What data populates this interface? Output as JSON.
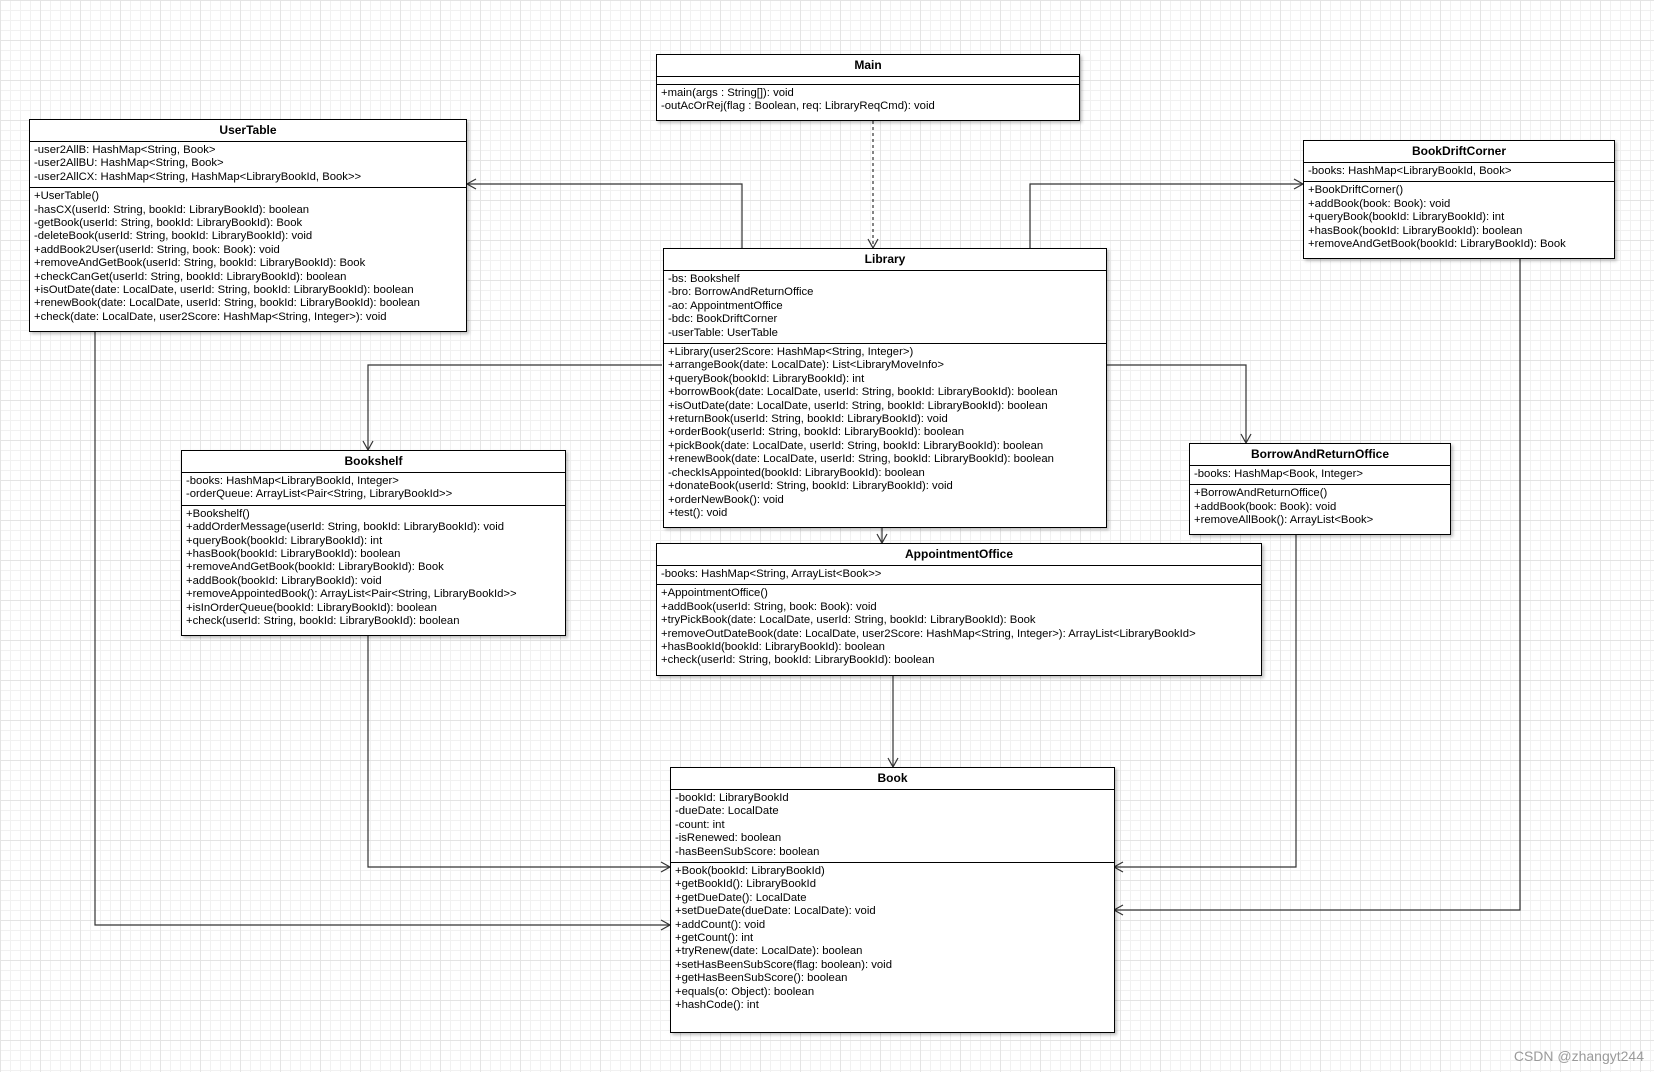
{
  "classes": {
    "main": {
      "name": "Main",
      "attributes": [],
      "methods": [
        "+main(args : String[]): void",
        "-outAcOrRej(flag : Boolean, req: LibraryReqCmd): void"
      ]
    },
    "usertable": {
      "name": "UserTable",
      "attributes": [
        "-user2AllB: HashMap<String, Book>",
        "-user2AllBU: HashMap<String, Book>",
        "-user2AllCX: HashMap<String, HashMap<LibraryBookId, Book>>"
      ],
      "methods": [
        "+UserTable()",
        "-hasCX(userId: String, bookId: LibraryBookId): boolean",
        "-getBook(userId: String, bookId: LibraryBookId): Book",
        "-deleteBook(userId: String, bookId: LibraryBookId): void",
        "+addBook2User(userId: String, book: Book): void",
        "+removeAndGetBook(userId: String, bookId: LibraryBookId): Book",
        "+checkCanGet(userId: String, bookId: LibraryBookId): boolean",
        "+isOutDate(date: LocalDate, userId: String, bookId: LibraryBookId): boolean",
        "+renewBook(date: LocalDate, userId: String, bookId: LibraryBookId): boolean",
        "+check(date: LocalDate, user2Score: HashMap<String, Integer>): void"
      ]
    },
    "bookdriftcorner": {
      "name": "BookDriftCorner",
      "attributes": [
        "-books: HashMap<LibraryBookId, Book>"
      ],
      "methods": [
        "+BookDriftCorner()",
        "+addBook(book: Book): void",
        "+queryBook(bookId: LibraryBookId): int",
        "+hasBook(bookId: LibraryBookId): boolean",
        "+removeAndGetBook(bookId: LibraryBookId): Book"
      ]
    },
    "library": {
      "name": "Library",
      "attributes": [
        "-bs: Bookshelf",
        "-bro: BorrowAndReturnOffice",
        "-ao: AppointmentOffice",
        "-bdc: BookDriftCorner",
        "-userTable: UserTable"
      ],
      "methods": [
        "+Library(user2Score: HashMap<String, Integer>)",
        "+arrangeBook(date: LocalDate): List<LibraryMoveInfo>",
        "+queryBook(bookId: LibraryBookId): int",
        "+borrowBook(date: LocalDate, userId: String, bookId: LibraryBookId): boolean",
        "+isOutDate(date: LocalDate, userId: String, bookId: LibraryBookId): boolean",
        "+returnBook(userId: String, bookId: LibraryBookId): void",
        "+orderBook(userId: String, bookId: LibraryBookId): boolean",
        "+pickBook(date: LocalDate, userId: String, bookId: LibraryBookId): boolean",
        "+renewBook(date: LocalDate, userId: String, bookId: LibraryBookId): boolean",
        "-checkIsAppointed(bookId: LibraryBookId): boolean",
        "+donateBook(userId: String, bookId: LibraryBookId): void",
        "+orderNewBook(): void",
        "+test(): void"
      ]
    },
    "bookshelf": {
      "name": "Bookshelf",
      "attributes": [
        "-books: HashMap<LibraryBookId, Integer>",
        "-orderQueue: ArrayList<Pair<String, LibraryBookId>>"
      ],
      "methods": [
        "+Bookshelf()",
        "+addOrderMessage(userId: String, bookId: LibraryBookId): void",
        "+queryBook(bookId: LibraryBookId): int",
        "+hasBook(bookId: LibraryBookId): boolean",
        "+removeAndGetBook(bookId: LibraryBookId): Book",
        "+addBook(bookId: LibraryBookId): void",
        "+removeAppointedBook(): ArrayList<Pair<String, LibraryBookId>>",
        "+isInOrderQueue(bookId: LibraryBookId): boolean",
        "+check(userId: String, bookId: LibraryBookId): boolean"
      ]
    },
    "borrowandreturnoffice": {
      "name": "BorrowAndReturnOffice",
      "attributes": [
        "-books: HashMap<Book, Integer>"
      ],
      "methods": [
        "+BorrowAndReturnOffice()",
        "+addBook(book: Book): void",
        "+removeAllBook(): ArrayList<Book>"
      ]
    },
    "appointmentoffice": {
      "name": "AppointmentOffice",
      "attributes": [
        "-books: HashMap<String, ArrayList<Book>>"
      ],
      "methods": [
        "+AppointmentOffice()",
        "+addBook(userId: String, book: Book): void",
        "+tryPickBook(date: LocalDate, userId: String, bookId: LibraryBookId): Book",
        "+removeOutDateBook(date: LocalDate, user2Score: HashMap<String, Integer>): ArrayList<LibraryBookId>",
        "+hasBookId(bookId: LibraryBookId): boolean",
        "+check(userId: String, bookId: LibraryBookId): boolean"
      ]
    },
    "book": {
      "name": "Book",
      "attributes": [
        "-bookId: LibraryBookId",
        "-dueDate: LocalDate",
        "-count: int",
        "-isRenewed: boolean",
        "-hasBeenSubScore: boolean"
      ],
      "methods": [
        "+Book(bookId: LibraryBookId)",
        "+getBookId(): LibraryBookId",
        "+getDueDate(): LocalDate",
        "+setDueDate(dueDate: LocalDate): void",
        "+addCount(): void",
        "+getCount(): int",
        "+tryRenew(date: LocalDate): boolean",
        "+setHasBeenSubScore(flag: boolean): void",
        "+getHasBeenSubScore(): boolean",
        "+equals(o: Object): boolean",
        "+hashCode(): int"
      ]
    }
  },
  "relations": [
    {
      "from": "main",
      "to": "library",
      "kind": "dependency"
    },
    {
      "from": "library",
      "to": "usertable",
      "kind": "association"
    },
    {
      "from": "library",
      "to": "bookdriftcorner",
      "kind": "association"
    },
    {
      "from": "library",
      "to": "bookshelf",
      "kind": "association"
    },
    {
      "from": "library",
      "to": "borrowandreturnoffice",
      "kind": "association"
    },
    {
      "from": "library",
      "to": "appointmentoffice",
      "kind": "association"
    },
    {
      "from": "appointmentoffice",
      "to": "book",
      "kind": "association"
    },
    {
      "from": "bookshelf",
      "to": "book",
      "kind": "association"
    },
    {
      "from": "usertable",
      "to": "book",
      "kind": "association"
    },
    {
      "from": "borrowandreturnoffice",
      "to": "book",
      "kind": "association"
    },
    {
      "from": "bookdriftcorner",
      "to": "book",
      "kind": "association"
    }
  ],
  "watermark": "CSDN @zhangyt244",
  "colors": {
    "line": "#333333",
    "grid": "#e4e4e4",
    "watermark": "#9a9a9a"
  }
}
